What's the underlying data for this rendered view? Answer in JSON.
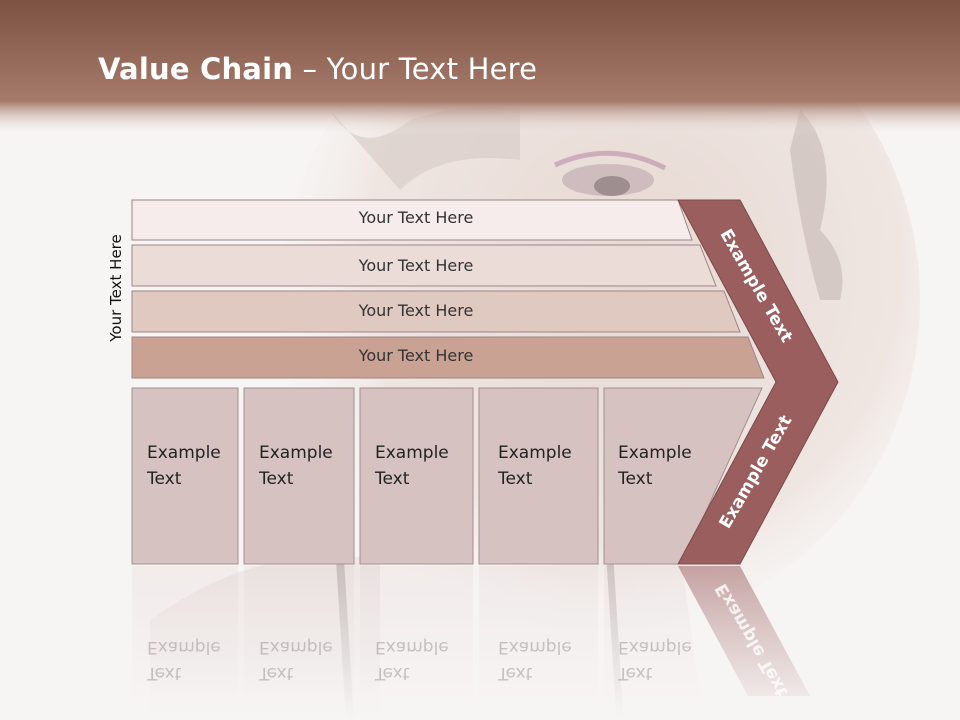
{
  "title": {
    "bold": "Value Chain",
    "rest": " – Your Text Here"
  },
  "side_label": "Your Text Here",
  "rows": [
    {
      "label": "Your Text Here",
      "color": "#f5eceb"
    },
    {
      "label": "Your Text Here",
      "color": "#ebdcd8"
    },
    {
      "label": "Your Text Here",
      "color": "#e0c9c1"
    },
    {
      "label": "Your Text Here",
      "color": "#c9a293"
    }
  ],
  "cells": [
    {
      "line1": "Example",
      "line2": "Text"
    },
    {
      "line1": "Example",
      "line2": "Text"
    },
    {
      "line1": "Example",
      "line2": "Text"
    },
    {
      "line1": "Example",
      "line2": "Text"
    },
    {
      "line1": "Example",
      "line2": "Text"
    }
  ],
  "chevron": {
    "top_label": "Example Text",
    "bottom_label": "Example Text",
    "color": "#9a5e5e"
  },
  "colors": {
    "header": "#9e6e5e",
    "cell": "#d7c2c2"
  }
}
